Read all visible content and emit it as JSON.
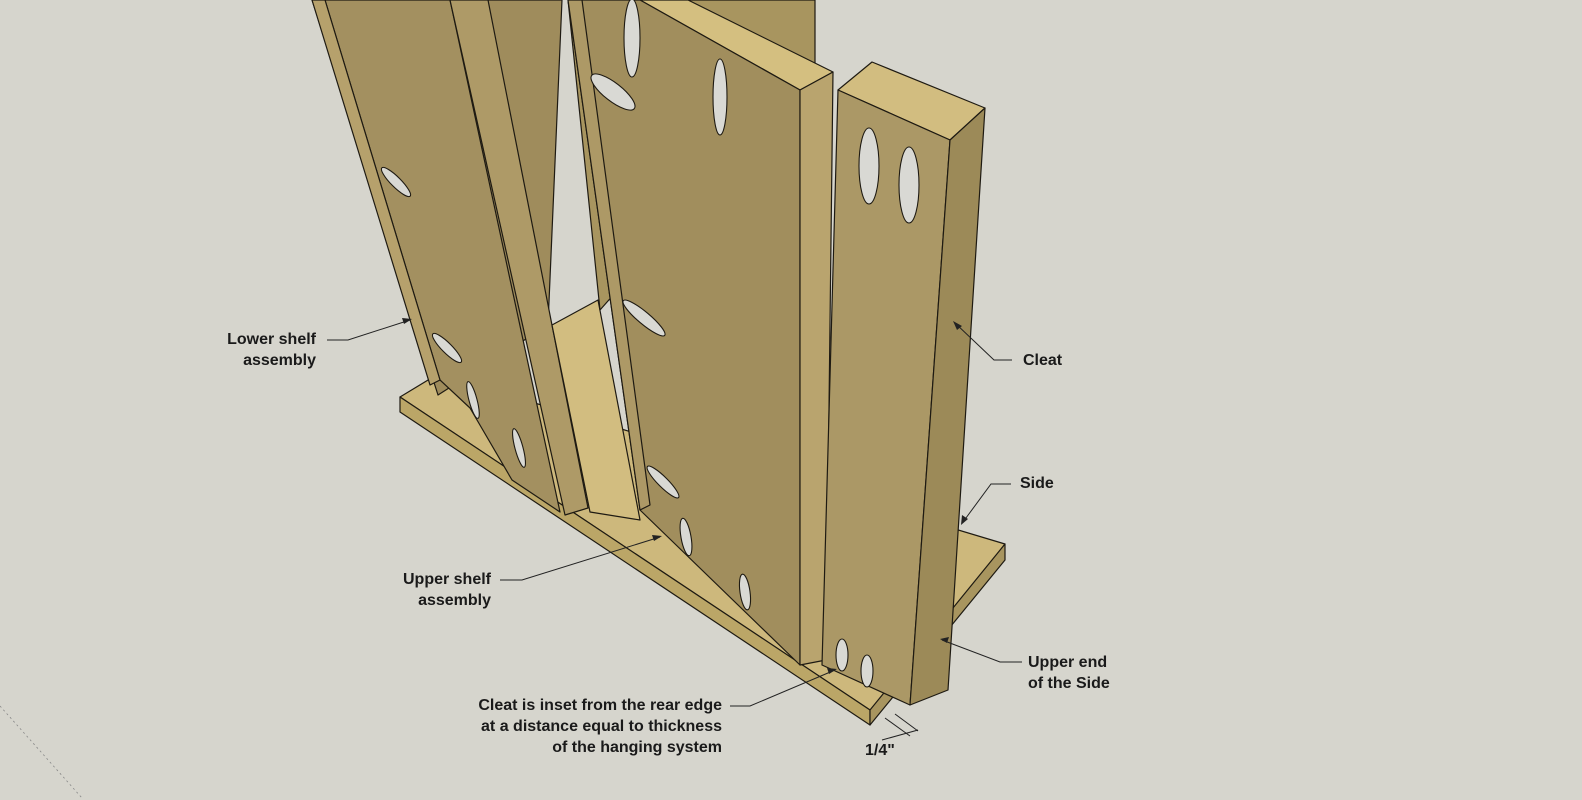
{
  "colors": {
    "background": "#d6d5cd",
    "wood_face_dark": "#a08d5c",
    "wood_face_mid": "#ab9866",
    "wood_edge_light": "#c9b477",
    "wood_top_light": "#d1bc7e",
    "hole": "#d9d9d4",
    "line": "#1e1a12"
  },
  "labels": {
    "lower_shelf": [
      "Lower shelf",
      "assembly"
    ],
    "upper_shelf": [
      "Upper shelf",
      "assembly"
    ],
    "cleat": "Cleat",
    "side": "Side",
    "upper_end": [
      "Upper end",
      "of the Side"
    ],
    "inset_note": [
      "Cleat is inset from the rear edge",
      "at a distance equal to thickness",
      "of the hanging system"
    ],
    "dimension": "1/4\""
  }
}
